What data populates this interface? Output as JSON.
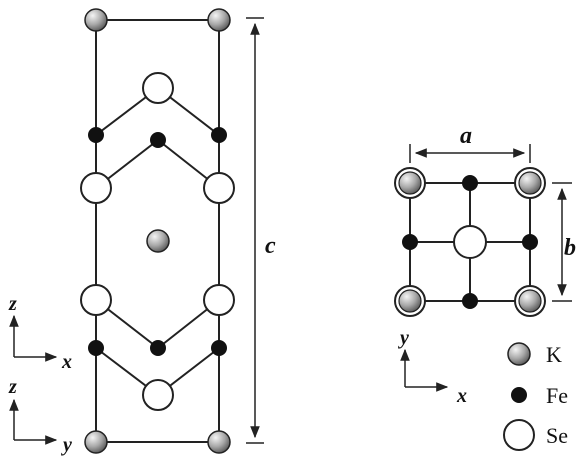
{
  "labels": {
    "c": "c",
    "a": "a",
    "b": "b"
  },
  "axes": {
    "side_top": {
      "vertical": "z",
      "horizontal": "x"
    },
    "side_bottom": {
      "vertical": "z",
      "horizontal": "y"
    },
    "top_view": {
      "vertical": "y",
      "horizontal": "x"
    }
  },
  "legend": [
    {
      "element": "K",
      "style": "shaded"
    },
    {
      "element": "Fe",
      "style": "filled"
    },
    {
      "element": "Se",
      "style": "open"
    }
  ],
  "colors": {
    "line": "#222222",
    "fe": "#111111",
    "se_fill": "#ffffff",
    "k_light": "#f2f2f2",
    "k_dark": "#6a6a6a"
  }
}
